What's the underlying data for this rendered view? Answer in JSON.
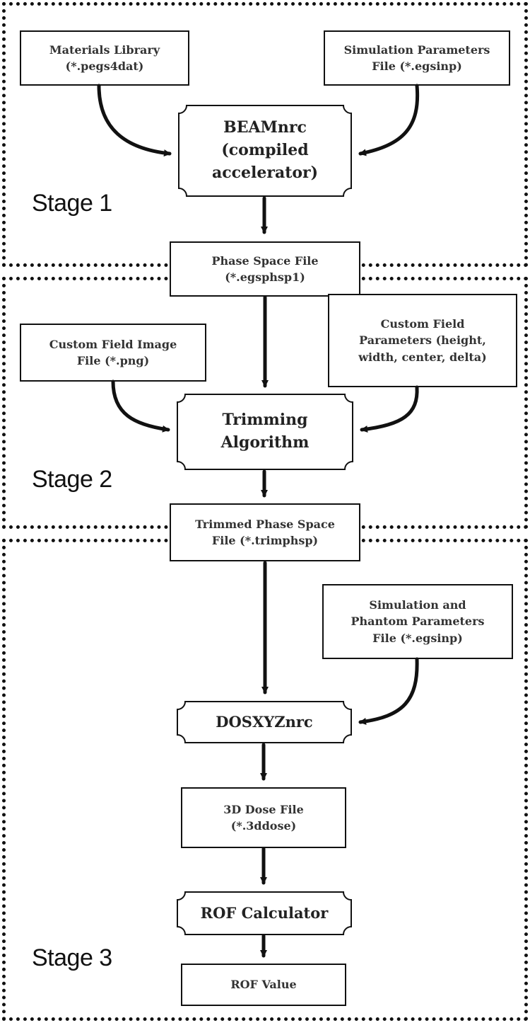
{
  "stages": {
    "stage1_label": "Stage 1",
    "stage2_label": "Stage 2",
    "stage3_label": "Stage 3"
  },
  "stage1": {
    "materials_library": "Materials Library\n(*.pegs4dat)",
    "simulation_parameters": "Simulation Parameters\nFile (*.egsinp)",
    "beamnrc": "BEAMnrc\n(compiled\naccelerator)"
  },
  "phase_space_file": "Phase Space File\n(*.egsphsp1)",
  "stage2": {
    "custom_field_image": "Custom Field Image\nFile (*.png)",
    "custom_field_parameters": "Custom Field\nParameters (height,\nwidth, center, delta)",
    "trimming_algorithm": "Trimming\nAlgorithm"
  },
  "trimmed_phase_space_file": "Trimmed Phase Space\nFile (*.trimphsp)",
  "stage3": {
    "simulation_phantom_parameters": "Simulation and\nPhantom Parameters\nFile (*.egsinp)",
    "dosxyznrc": "DOSXYZnrc",
    "dose_file": "3D Dose File\n(*.3ddose)",
    "rof_calculator": "ROF Calculator",
    "rof_value": "ROF Value"
  }
}
